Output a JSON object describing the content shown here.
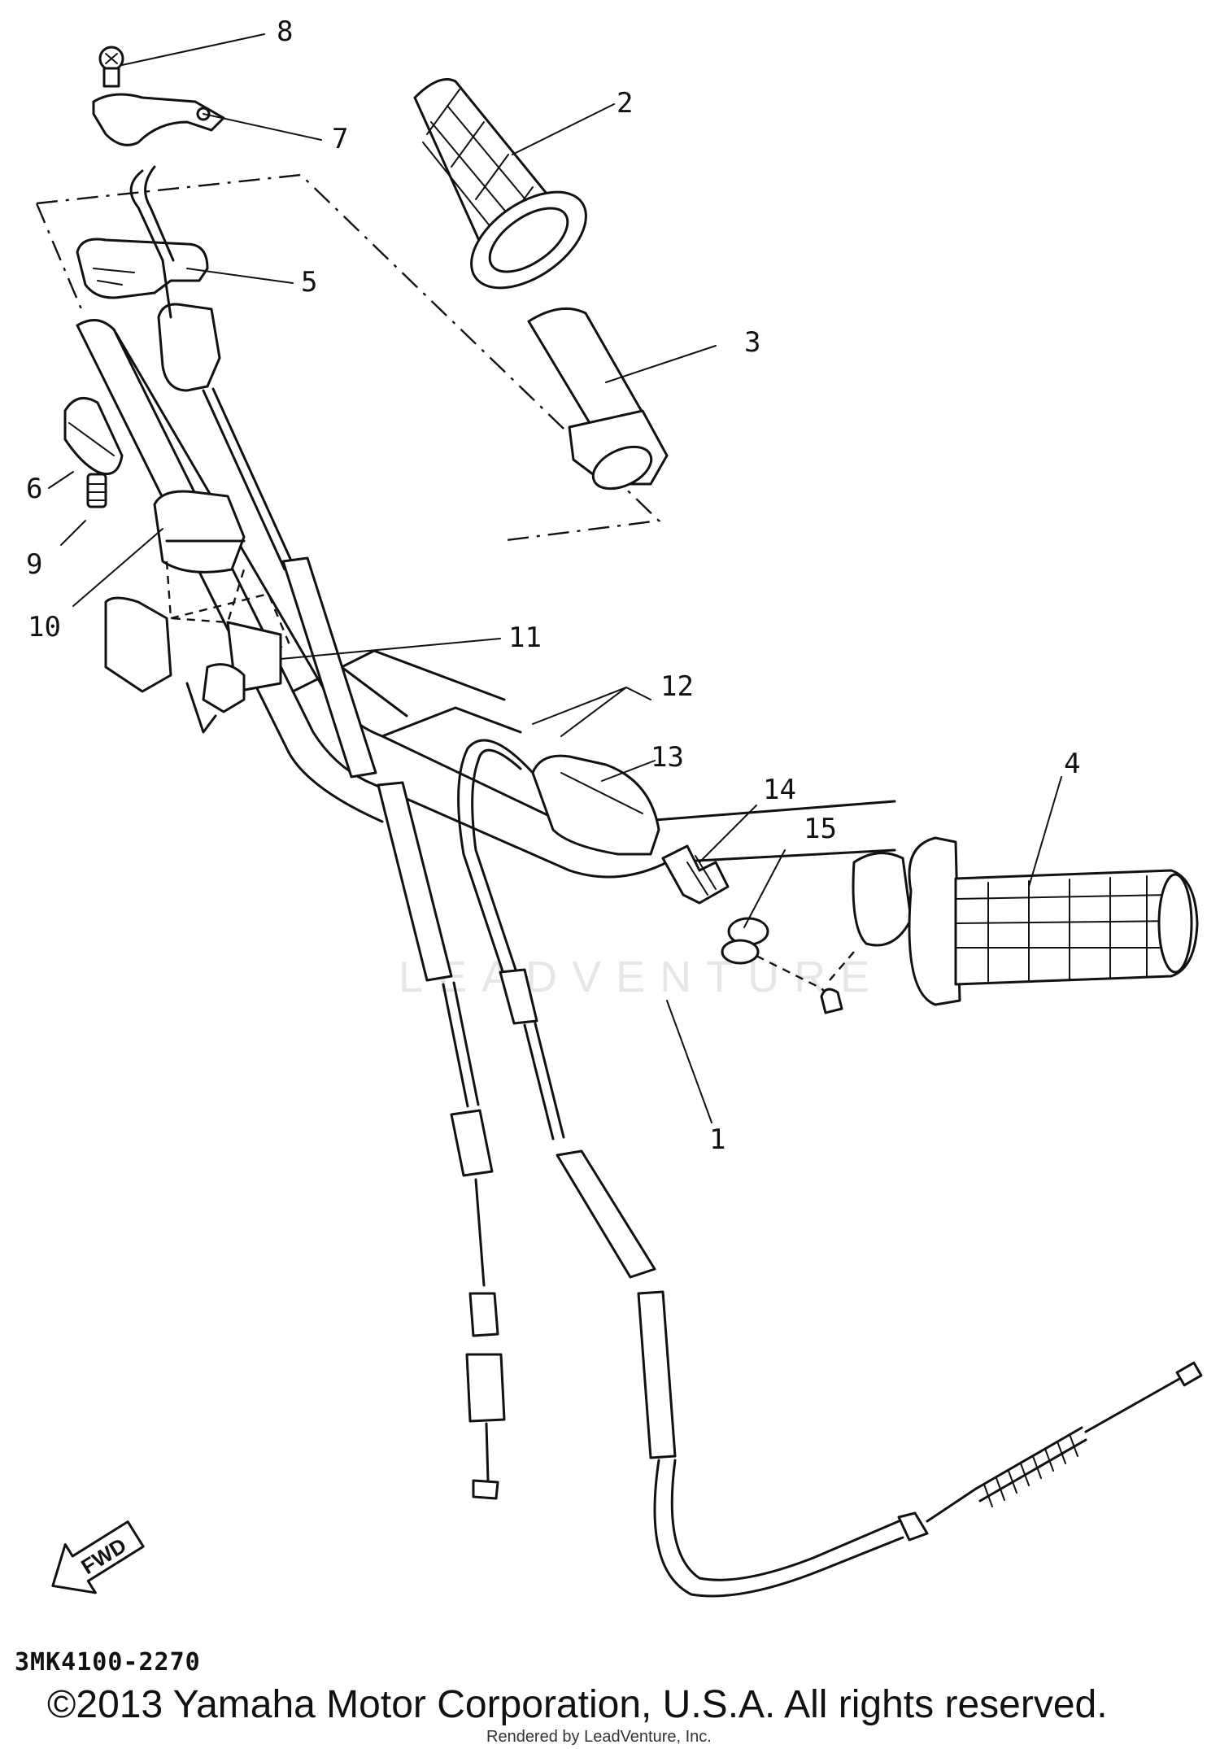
{
  "diagram": {
    "callouts": [
      {
        "id": "1",
        "label": "1"
      },
      {
        "id": "2",
        "label": "2"
      },
      {
        "id": "3",
        "label": "3"
      },
      {
        "id": "4",
        "label": "4"
      },
      {
        "id": "5",
        "label": "5"
      },
      {
        "id": "6",
        "label": "6"
      },
      {
        "id": "7",
        "label": "7"
      },
      {
        "id": "8",
        "label": "8"
      },
      {
        "id": "9",
        "label": "9"
      },
      {
        "id": "10",
        "label": "10"
      },
      {
        "id": "11",
        "label": "11"
      },
      {
        "id": "12",
        "label": "12"
      },
      {
        "id": "13",
        "label": "13"
      },
      {
        "id": "14",
        "label": "14"
      },
      {
        "id": "15",
        "label": "15"
      }
    ],
    "direction_arrow_label": "FWD",
    "diagram_code": "3MK4100-2270",
    "copyright": "©2013 Yamaha Motor Corporation, U.S.A. All rights reserved.",
    "rendered_by": "Rendered by LeadVenture, Inc.",
    "watermark": "LEADVENTURE"
  }
}
